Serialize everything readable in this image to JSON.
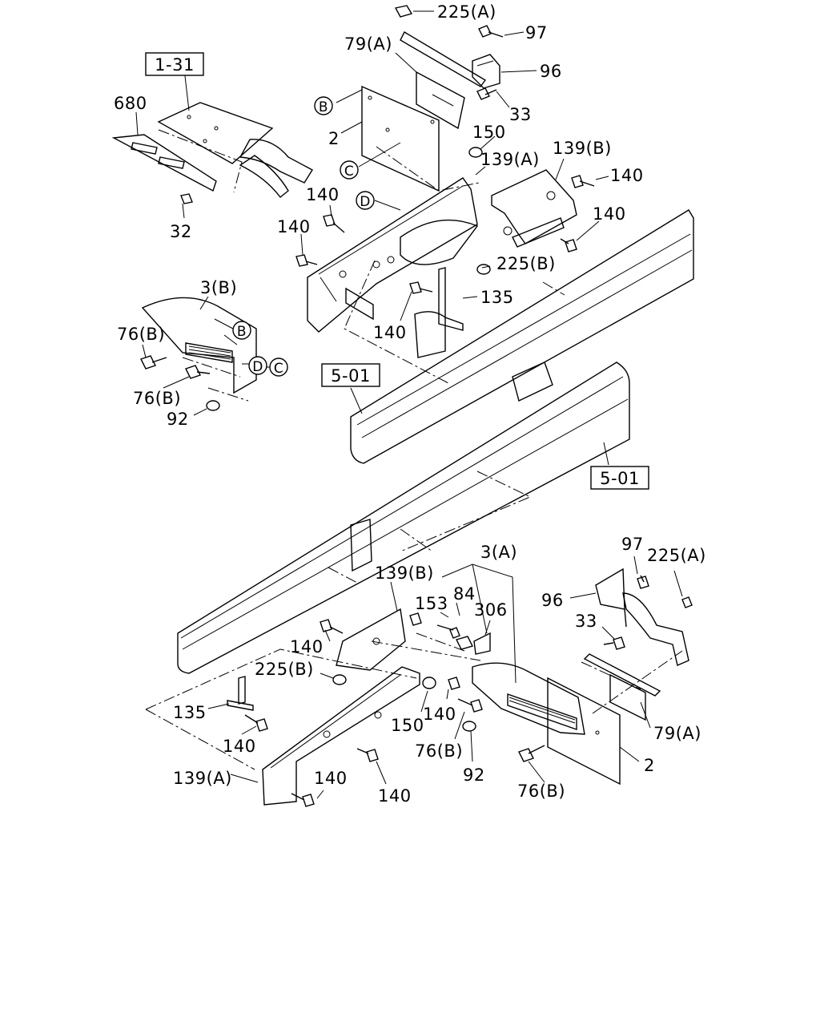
{
  "callouts": {
    "c225a_top": "225(A)",
    "c97_top": "97",
    "c79a_top": "79(A)",
    "c96_top": "96",
    "c33_top": "33",
    "c2_top": "2",
    "c150_top": "150",
    "c139a_top": "139(A)",
    "c139b_top": "139(B)",
    "c140_tr": "140",
    "c140_r": "140",
    "c140_a": "140",
    "c140_b": "140",
    "c225b_top": "225(B)",
    "c135_top": "135",
    "c140_c": "140",
    "c680": "680",
    "c32": "32",
    "c3b": "3(B)",
    "c76b_1": "76(B)",
    "c76b_2": "76(B)",
    "c92_top": "92",
    "c3a": "3(A)",
    "c139b_bot": "139(B)",
    "c153": "153",
    "c84": "84",
    "c306": "306",
    "c97_bot": "97",
    "c225a_bot": "225(A)",
    "c96_bot": "96",
    "c33_bot": "33",
    "c140_d": "140",
    "c225b_bot": "225(B)",
    "c150_bot": "150",
    "c140_e": "140",
    "c135_bot": "135",
    "c140_f": "140",
    "c76b_3": "76(B)",
    "c92_bot": "92",
    "c79a_bot": "79(A)",
    "c2_bot": "2",
    "c76b_4": "76(B)",
    "c139a_bot": "139(A)",
    "c140_g": "140",
    "c140_h": "140"
  },
  "ref_boxes": {
    "r131": "1-31",
    "r501_a": "5-01",
    "r501_b": "5-01"
  },
  "circle_letters": {
    "b_top": "B",
    "c_top": "C",
    "d_top": "D",
    "b_left": "B",
    "d_left": "D",
    "c_left": "C"
  }
}
